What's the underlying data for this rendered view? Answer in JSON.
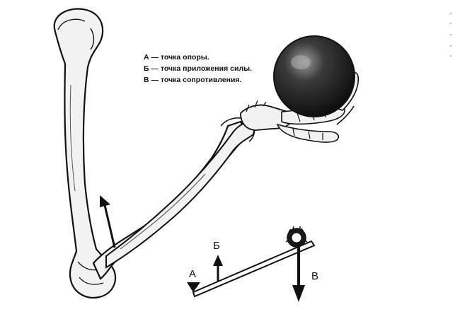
{
  "legend": {
    "items": [
      "А — точка опоры.",
      "Б — точка приложения силы.",
      "В — точка сопротивления."
    ]
  },
  "lever_labels": {
    "a": "А",
    "b": "Б",
    "v": "В"
  },
  "colors": {
    "ink": "#111111",
    "bone_fill": "#f2f2f2",
    "ball_dark": "#0d0d0d",
    "ball_light": "#9a9a9a",
    "background": "#ffffff"
  },
  "icons": {
    "fulcrum": "triangle-down",
    "force_arrow": "arrow-up",
    "resistance_arrow": "arrow-down"
  }
}
